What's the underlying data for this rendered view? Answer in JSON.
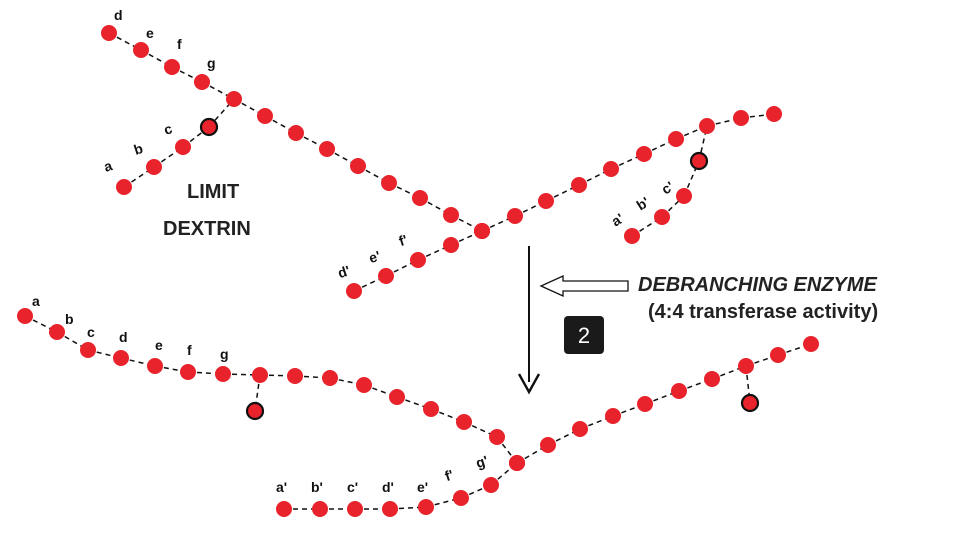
{
  "title_lines": [
    "LIMIT",
    "DEXTRIN"
  ],
  "enzyme": {
    "name": "DEBRANCHING ENZYME",
    "activity": "(4:4 transferase activity)"
  },
  "step": "2",
  "top_labels": {
    "left_upper": [
      "d",
      "e",
      "f",
      "g"
    ],
    "left_lower": [
      "a",
      "b",
      "c"
    ],
    "lower_chain": [
      "d'",
      "e'",
      "f'"
    ],
    "right_branch": [
      "a'",
      "b'",
      "c'"
    ]
  },
  "bottom_labels": {
    "left_chain": [
      "a",
      "b",
      "c",
      "d",
      "e",
      "f",
      "g"
    ],
    "lower_chain": [
      "a'",
      "b'",
      "c'",
      "d'",
      "e'",
      "f'",
      "g'"
    ]
  },
  "colors": {
    "bead": "#e8232b",
    "outline": "#111111",
    "step_box": "#1a1a1a"
  }
}
